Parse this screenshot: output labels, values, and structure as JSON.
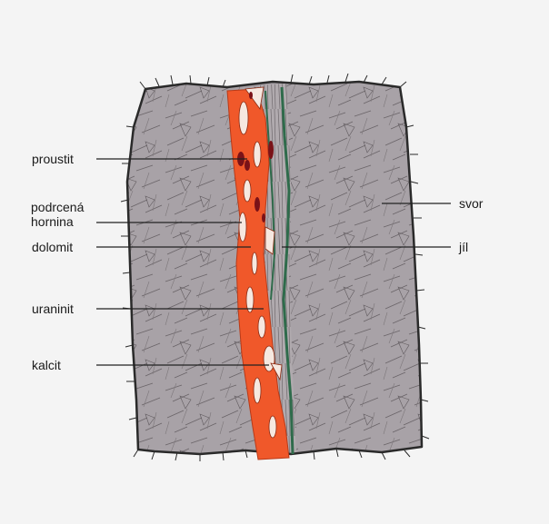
{
  "diagram": {
    "labels": {
      "proustit": "proustit",
      "podrcena_hornina": "podrcená hornina",
      "dolomit": "dolomit",
      "uraninit": "uraninit",
      "kalcit": "kalcit",
      "svor": "svor",
      "jil": "jíl"
    },
    "colors": {
      "background": "#f4f4f4",
      "rock_schist": "#a8a2a7",
      "rock_border": "#2a2a2a",
      "vein_dolomite": "#f0582a",
      "crushed_rock": "#f6e8e0",
      "proustite": "#7a1218",
      "clay_green": "#2f6b4b",
      "leader_line": "#222222"
    }
  }
}
